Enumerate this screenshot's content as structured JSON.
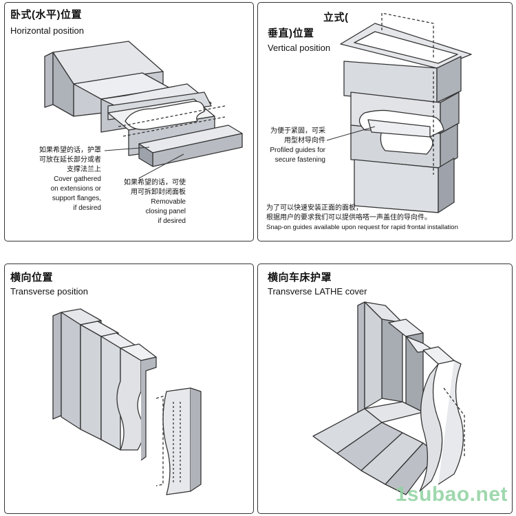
{
  "panels": [
    {
      "title_cn": "卧式(水平)位置",
      "title_en": "Horizontal position",
      "captions": [
        {
          "lines": [
            "如果希望的话，护罩",
            "可放在延长部分或者",
            "支撑法兰上",
            "Cover gathered",
            "on extensions or",
            "support flanges,",
            "if desired"
          ]
        },
        {
          "lines": [
            "如果希望的话，可使",
            "用可拆卸封闭面板",
            "Removable",
            "closing panel",
            "if desired"
          ]
        }
      ]
    },
    {
      "title_cn_1": "立式(",
      "title_cn_2": "垂直)位置",
      "title_en": "Vertical position",
      "captions": [
        {
          "lines": [
            "为便于紧固，可采",
            "用型材导向件",
            "Profiled guides for",
            "secure fastening"
          ]
        },
        {
          "lines": [
            "为了可以快速安装正面的面板，",
            "根据用户的要求我们可以提供咯嗒一声盖住的导向件。",
            "Snap-on guides available upon request for rapid frontal installation"
          ]
        }
      ]
    },
    {
      "title_cn": "横向位置",
      "title_en": "Transverse position"
    },
    {
      "title_cn": "横向车床护罩",
      "title_en": "Transverse LATHE cover"
    }
  ],
  "watermark": "1subao.net",
  "colors": {
    "steel_light": "#e4e6ea",
    "steel_mid": "#c9ccd2",
    "steel_dark": "#9ea2aa",
    "outline": "#333333",
    "watermark": "#8fd2a0"
  }
}
